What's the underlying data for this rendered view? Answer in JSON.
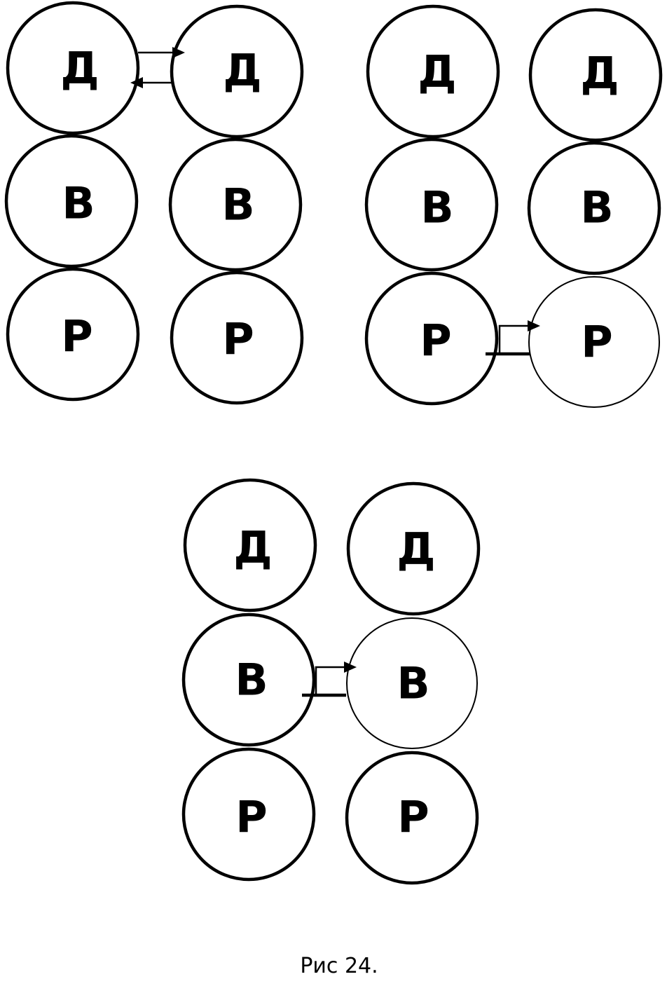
{
  "diagrams": [
    {
      "id": "top-left",
      "left_column": [
        "Д",
        "В",
        "Р"
      ],
      "right_column": [
        "Д",
        "В",
        "Р"
      ],
      "connection": {
        "level": "Д",
        "direction": "bidirectional"
      }
    },
    {
      "id": "top-right",
      "left_column": [
        "Д",
        "В",
        "Р"
      ],
      "right_column": [
        "Д",
        "В",
        "Р"
      ],
      "connection": {
        "level": "Р",
        "direction": "left-to-right"
      }
    },
    {
      "id": "bottom",
      "left_column": [
        "Д",
        "В",
        "Р"
      ],
      "right_column": [
        "Д",
        "В",
        "Р"
      ],
      "connection": {
        "level": "В",
        "direction": "left-to-right"
      }
    }
  ],
  "caption": "Рис 24."
}
